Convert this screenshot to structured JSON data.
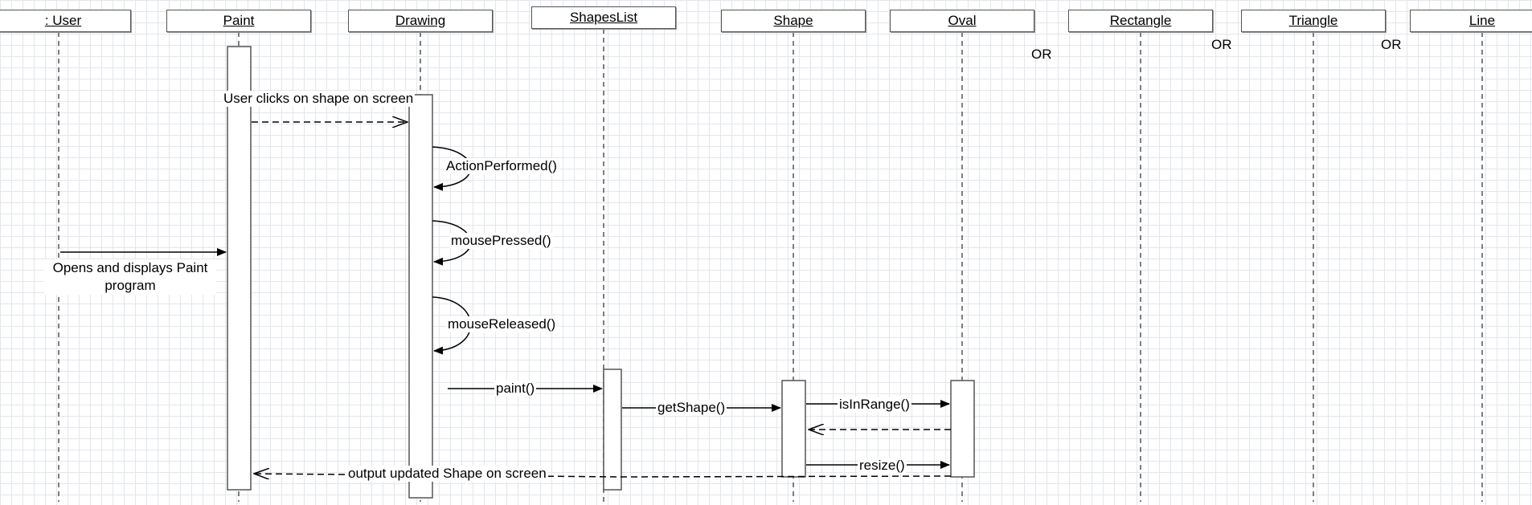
{
  "lifelines": [
    {
      "id": "user",
      "label": ": User"
    },
    {
      "id": "paint",
      "label": "Paint"
    },
    {
      "id": "drawing",
      "label": "Drawing"
    },
    {
      "id": "shapeslist",
      "label": "ShapesList"
    },
    {
      "id": "shape",
      "label": "Shape"
    },
    {
      "id": "oval",
      "label": "Oval"
    },
    {
      "id": "rectangle",
      "label": "Rectangle"
    },
    {
      "id": "triangle",
      "label": "Triangle"
    },
    {
      "id": "line",
      "label": "Line"
    }
  ],
  "alternatives_label": "OR",
  "messages": {
    "opens_paint": "Opens and displays Paint program",
    "user_clicks": "User clicks on shape on screen",
    "action_performed": "ActionPerformed()",
    "mouse_pressed": "mousePressed()",
    "mouse_released": "mouseReleased()",
    "paint": "paint()",
    "get_shape": "getShape()",
    "is_in_range": "isInRange()",
    "resize": "resize()",
    "output_updated": "output updated Shape on screen"
  }
}
